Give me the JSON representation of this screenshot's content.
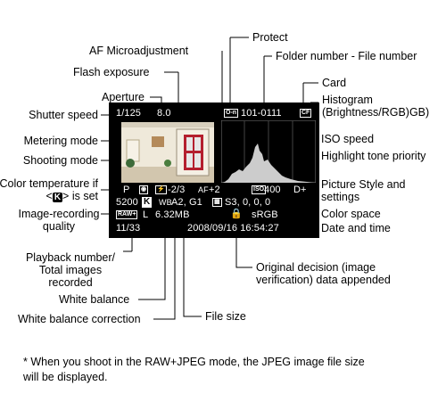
{
  "labels": {
    "protect": "Protect",
    "af_micro": "AF Microadjustment",
    "folder_file": "Folder number - File number",
    "flash_exposure": "Flash exposure",
    "card": "Card",
    "aperture": "Aperture",
    "histogram_1": "Histogram",
    "histogram_2": "(Brightness/RGB)GB)",
    "shutter_speed": "Shutter speed",
    "iso_speed": "ISO speed",
    "metering_mode": "Metering mode",
    "highlight_tone": "Highlight tone priority",
    "shooting_mode": "Shooting mode",
    "color_temp_1": "Color temperature if",
    "color_temp_2a": "<",
    "color_temp_k": "K",
    "color_temp_2b": "> is set",
    "picture_style_1": "Picture Style and",
    "picture_style_2": "settings",
    "image_rec_1": "Image-recording",
    "image_rec_2": "quality",
    "color_space": "Color space",
    "date_time": "Date and time",
    "playback_1": "Playback number/",
    "playback_2": "Total images",
    "playback_3": "recorded",
    "orig_decision_1": "Original decision (image",
    "orig_decision_2": "verification) data appended",
    "white_balance": "White balance",
    "file_size": "File size",
    "wb_correction": "White balance correction"
  },
  "screen": {
    "shutter": "1/125",
    "aperture": "8.0",
    "protect_icon": "O-n",
    "folder_file": "101-0111",
    "card_icon": "CF",
    "mode": "P",
    "flash": "-2/3",
    "af": "+2",
    "iso": "400",
    "iso_prefix": "ISO",
    "highlight": "D+",
    "kelvin": "5200",
    "k_icon": "K",
    "wb_corr": "A2, G1",
    "ps_values": "S3, 0, 0, 0",
    "quality": "RAW+",
    "quality_l": "L",
    "file_size": "6.32MB",
    "color_space": "sRGB",
    "playback": "11/33",
    "datetime": "2008/09/16 16:54:27"
  },
  "footnote": {
    "line1": "* When you shoot in the RAW+JPEG mode, the JPEG image file size",
    "line2": "will be displayed."
  }
}
